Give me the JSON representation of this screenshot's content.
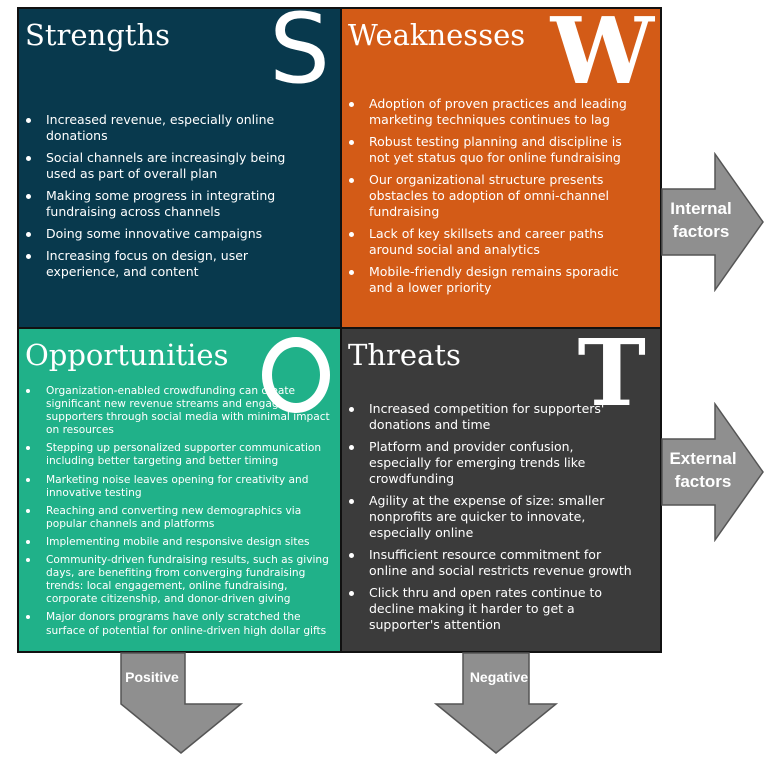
{
  "colors": {
    "strengths_bg": "#08394d",
    "weaknesses_bg": "#d35b17",
    "opportunities_bg": "#20b189",
    "threats_bg": "#3b3b3b",
    "arrow_fill": "#8f8f8f",
    "arrow_stroke": "#555555"
  },
  "strengths": {
    "title": "Strengths",
    "letter": "S",
    "items": [
      "Increased revenue, especially online donations",
      "Social channels are increasingly being used as part of overall plan",
      "Making some progress in integrating fundraising across channels",
      "Doing some innovative campaigns",
      "Increasing focus on design, user experience, and content"
    ]
  },
  "weaknesses": {
    "title": "Weaknesses",
    "letter": "W",
    "items": [
      "Adoption of proven practices and leading marketing techniques continues to lag",
      "Robust testing planning and discipline is not yet status quo for online fundraising",
      "Our organizational structure presents obstacles to adoption of omni-channel fundraising",
      "Lack of key skillsets and career paths around social and analytics",
      "Mobile-friendly design remains sporadic and a lower priority"
    ]
  },
  "opportunities": {
    "title": "Opportunities",
    "letter": "O",
    "items": [
      "Organization-enabled crowdfunding can create significant new revenue streams and engage supporters through social media with minimal impact on resources",
      "Stepping up personalized supporter communication including better targeting and better timing",
      "Marketing noise leaves opening for creativity and innovative testing",
      "Reaching and converting new demographics via popular channels and platforms",
      "Implementing mobile and responsive design sites",
      "Community-driven fundraising results, such as giving days, are benefiting from converging fundraising trends: local engagement, online fundraising, corporate citizenship, and donor-driven giving",
      "Major donors programs have only scratched the surface of potential for online-driven high dollar gifts"
    ]
  },
  "threats": {
    "title": "Threats",
    "letter": "T",
    "items": [
      "Increased competition for supporters' donations and time",
      "Platform and provider confusion, especially for emerging trends like crowdfunding",
      "Agility at the expense of size: smaller nonprofits are quicker to innovate, especially online",
      "Insufficient resource commitment for online and social restricts revenue growth",
      "Click thru and open rates continue to decline making it harder to get a supporter's attention"
    ]
  },
  "arrows": {
    "internal_line1": "Internal",
    "internal_line2": "factors",
    "external_line1": "External",
    "external_line2": "factors",
    "positive": "Positive",
    "negative": "Negative"
  }
}
